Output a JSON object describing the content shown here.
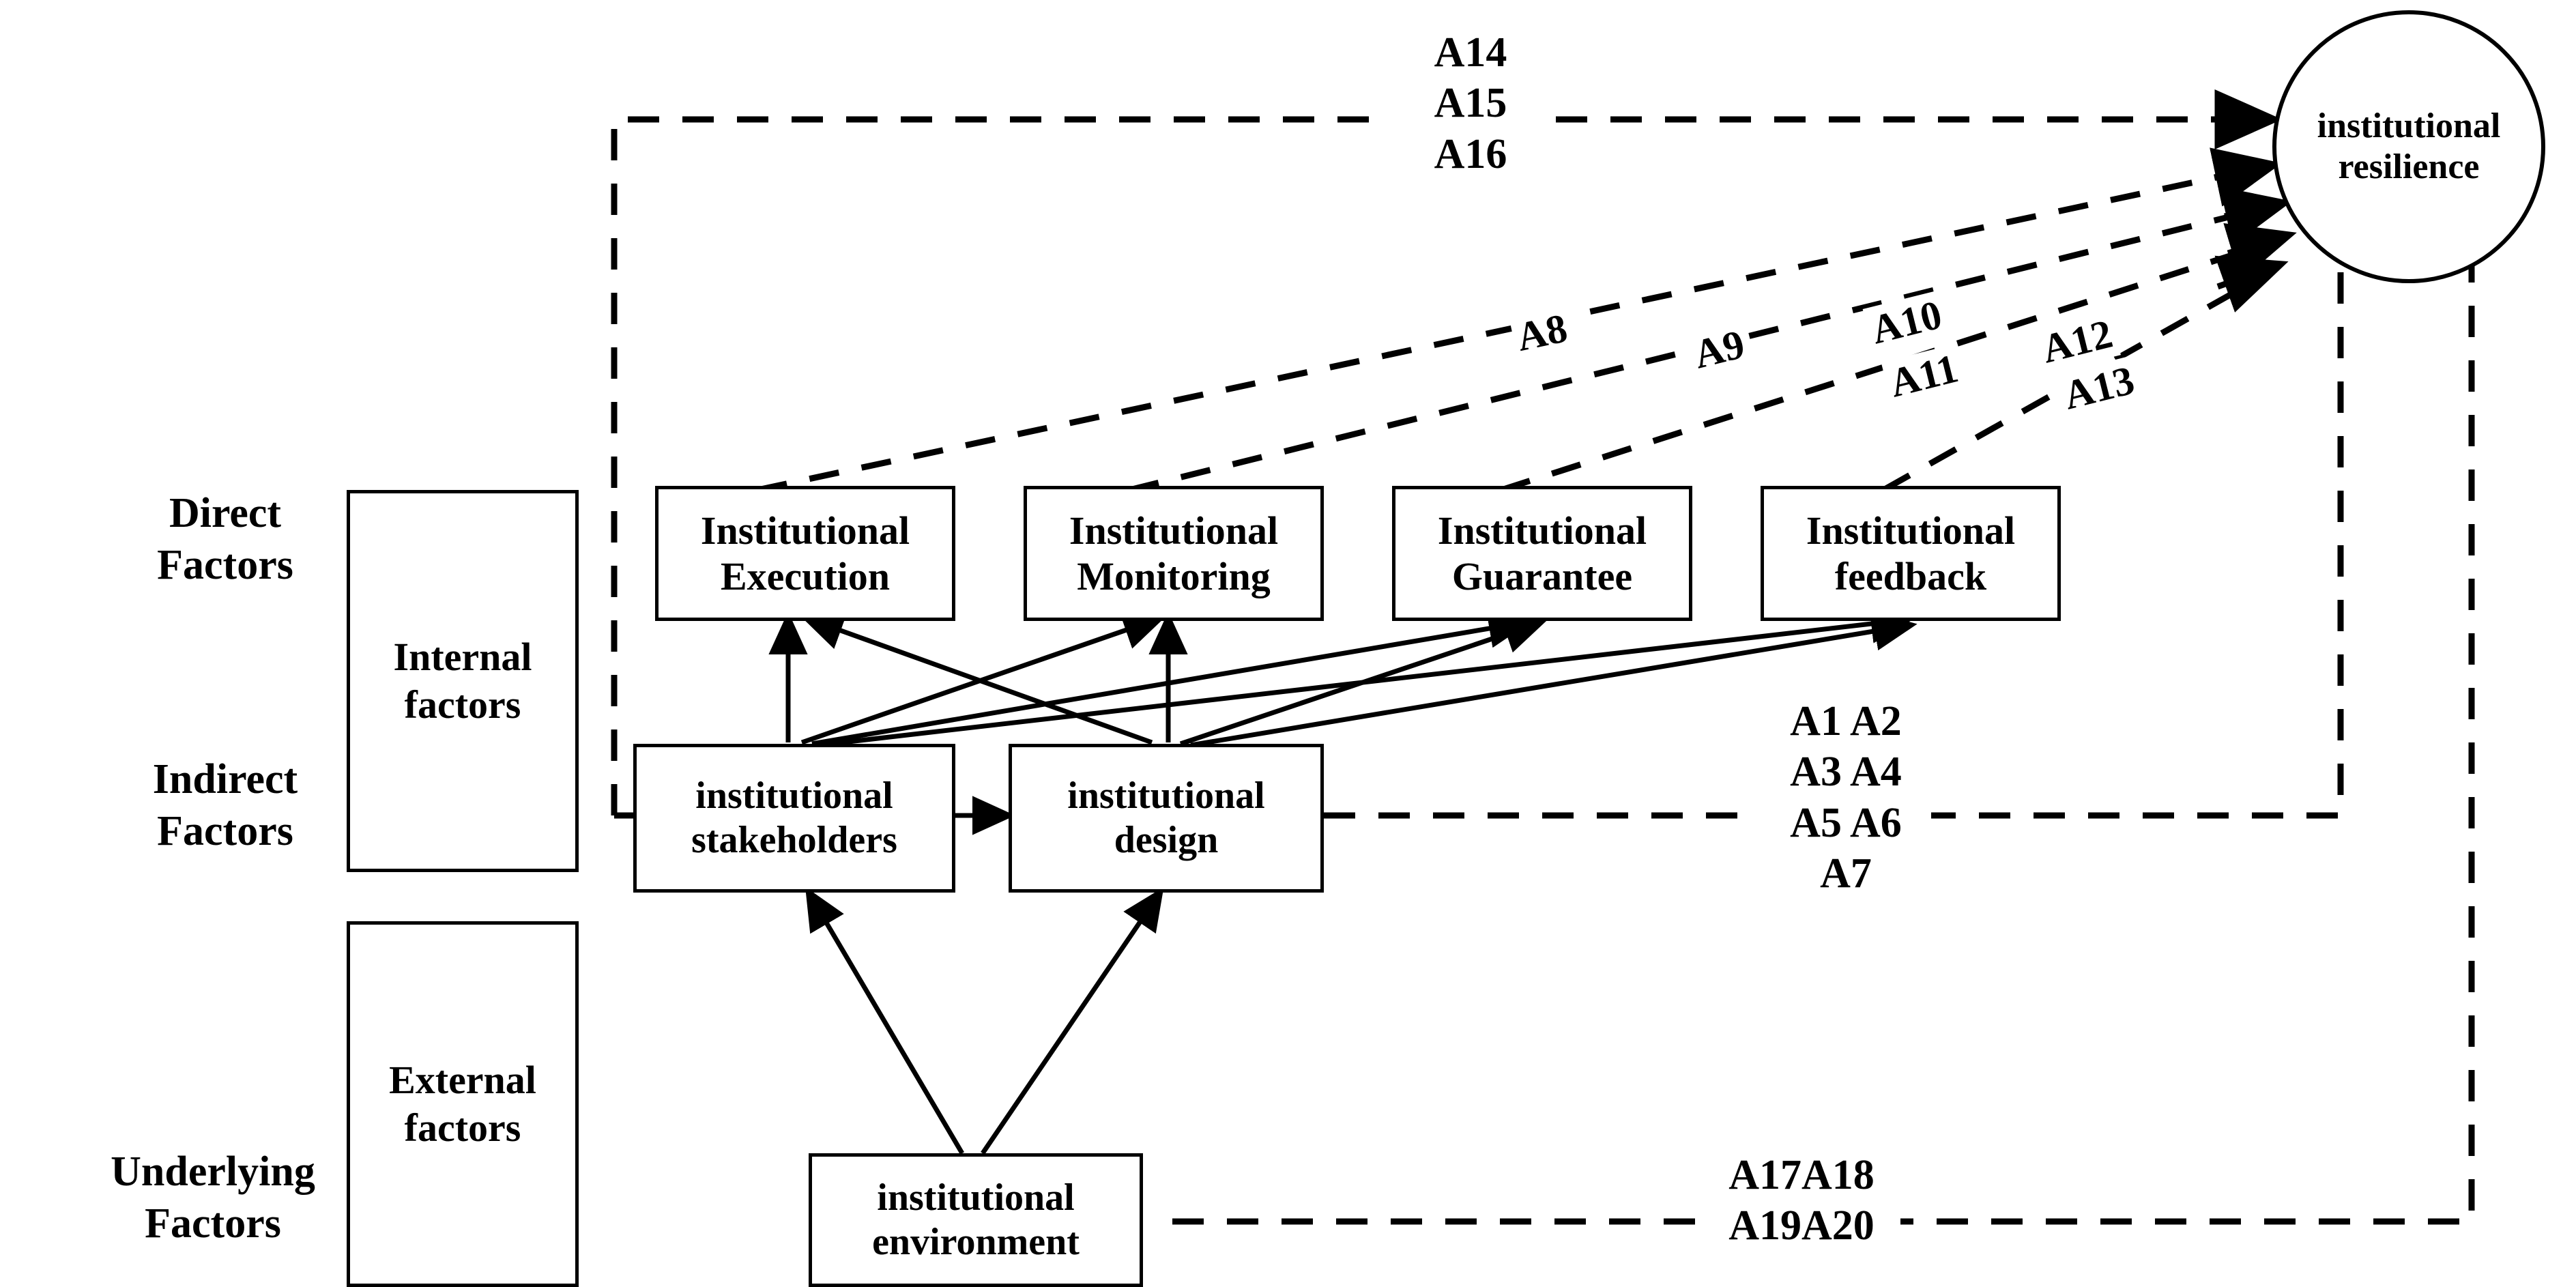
{
  "diagram": {
    "title": "Institutional resilience influencing-factor framework",
    "line_color": "#000000",
    "background_color": "#ffffff"
  },
  "tier_labels": [
    {
      "id": "direct",
      "line1": "Direct",
      "line2": "Factors"
    },
    {
      "id": "indirect",
      "line1": "Indirect",
      "line2": "Factors"
    },
    {
      "id": "underlying",
      "line1": "Underlying",
      "line2": "Factors"
    }
  ],
  "category_boxes": [
    {
      "id": "internal",
      "line1": "Internal",
      "line2": "factors"
    },
    {
      "id": "external",
      "line1": "External",
      "line2": "factors"
    }
  ],
  "direct_nodes": [
    {
      "id": "execution",
      "line1": "Institutional",
      "line2": "Execution"
    },
    {
      "id": "monitoring",
      "line1": "Institutional",
      "line2": "Monitoring"
    },
    {
      "id": "guarantee",
      "line1": "Institutional",
      "line2": "Guarantee"
    },
    {
      "id": "feedback",
      "line1": "Institutional",
      "line2": "feedback"
    }
  ],
  "indirect_nodes": [
    {
      "id": "stakeholders",
      "line1": "institutional",
      "line2": "stakeholders"
    },
    {
      "id": "design",
      "line1": "institutional",
      "line2": "design"
    }
  ],
  "underlying_nodes": [
    {
      "id": "environment",
      "line1": "institutional",
      "line2": "environment"
    }
  ],
  "outcome_node": {
    "id": "resilience",
    "line1": "institutional",
    "line2": "resilience"
  },
  "code_groups": {
    "top_stack": {
      "id": "a14-a16",
      "lines": [
        "A14",
        "A15",
        "A16"
      ]
    },
    "middle_stack": {
      "id": "a1-a7",
      "lines": [
        "A1 A2",
        "A3 A4",
        "A5 A6",
        "A7"
      ]
    },
    "bottom_stack": {
      "id": "a17-a20",
      "lines": [
        "A17A18",
        "A19A20"
      ]
    }
  },
  "diagonal_codes": [
    {
      "id": "a8",
      "text": "A8"
    },
    {
      "id": "a9",
      "text": "A9"
    },
    {
      "id": "a10",
      "text": "A10"
    },
    {
      "id": "a11",
      "text": "A11"
    },
    {
      "id": "a12",
      "text": "A12"
    },
    {
      "id": "a13",
      "text": "A13"
    }
  ]
}
